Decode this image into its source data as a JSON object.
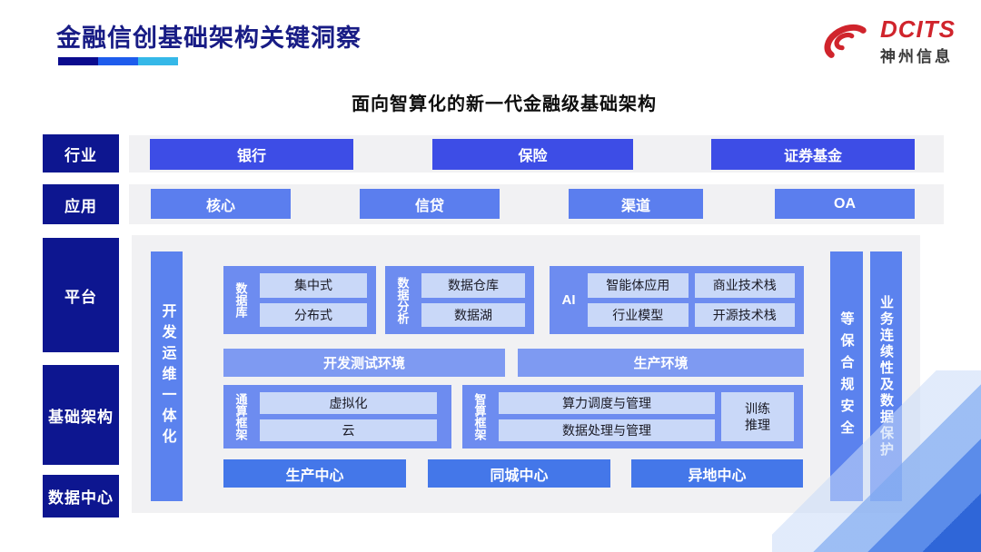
{
  "header": {
    "title": "金融信创基础架构关键洞察",
    "logo_brand": "DCITS",
    "logo_company": "神州信息"
  },
  "subtitle": "面向智算化的新一代金融级基础架构",
  "side_labels": {
    "industry": "行业",
    "application": "应用",
    "platform": "平台",
    "infrastructure": "基础架构",
    "datacenter": "数据中心"
  },
  "industry_row": {
    "items": [
      "银行",
      "保险",
      "证券基金"
    ]
  },
  "application_row": {
    "items": [
      "核心",
      "信贷",
      "渠道",
      "OA"
    ]
  },
  "platform": {
    "devops_bar": "开发运维一体化",
    "security_bar": "等保合规安全",
    "continuity_bar": "业务连续性及数据保护",
    "database": {
      "label": "数据库",
      "items": [
        "集中式",
        "分布式"
      ]
    },
    "analytics": {
      "label": "数据分析",
      "items": [
        "数据仓库",
        "数据湖"
      ]
    },
    "ai": {
      "label": "AI",
      "items": [
        "智能体应用",
        "商业技术栈",
        "行业模型",
        "开源技术栈"
      ]
    },
    "environments": [
      "开发测试环境",
      "生产环境"
    ],
    "general_framework": {
      "label": "通算框架",
      "items": [
        "虚拟化",
        "云"
      ]
    },
    "intelligent_framework": {
      "label": "智算框架",
      "items": [
        "算力调度与管理",
        "数据处理与管理"
      ],
      "side_lines": [
        "训练",
        "推理"
      ]
    },
    "centers": [
      "生产中心",
      "同城中心",
      "异地中心"
    ]
  },
  "colors": {
    "title_navy": "#181c85",
    "side_label_navy": "#0d1690",
    "industry_blue": "#3d4de6",
    "application_blue": "#5b7eee",
    "group_blue": "#6d8cf0",
    "item_light_blue": "#c9d8f8",
    "env_blue": "#7e9af2",
    "center_blue": "#4477e9",
    "vbar_blue": "#5b82ee",
    "panel_gray": "#f1f1f3",
    "logo_red": "#d0242c",
    "underline_segments": [
      "#0b0b8e",
      "#1e5cec",
      "#35b8e8"
    ]
  }
}
